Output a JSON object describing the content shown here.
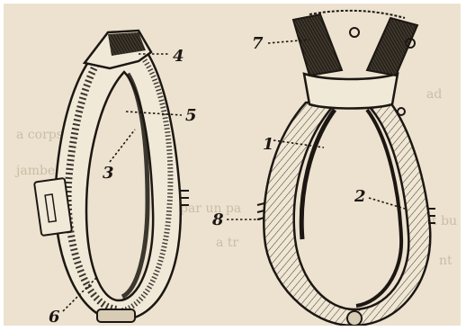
{
  "figure": {
    "callouts": [
      "1",
      "2",
      "3",
      "4",
      "5",
      "6",
      "7",
      "8"
    ],
    "bleed_through_text": [
      "a corps de",
      "jambes d'un",
      "par un pa",
      "a tr",
      "ad",
      "t bu",
      "nt"
    ]
  }
}
